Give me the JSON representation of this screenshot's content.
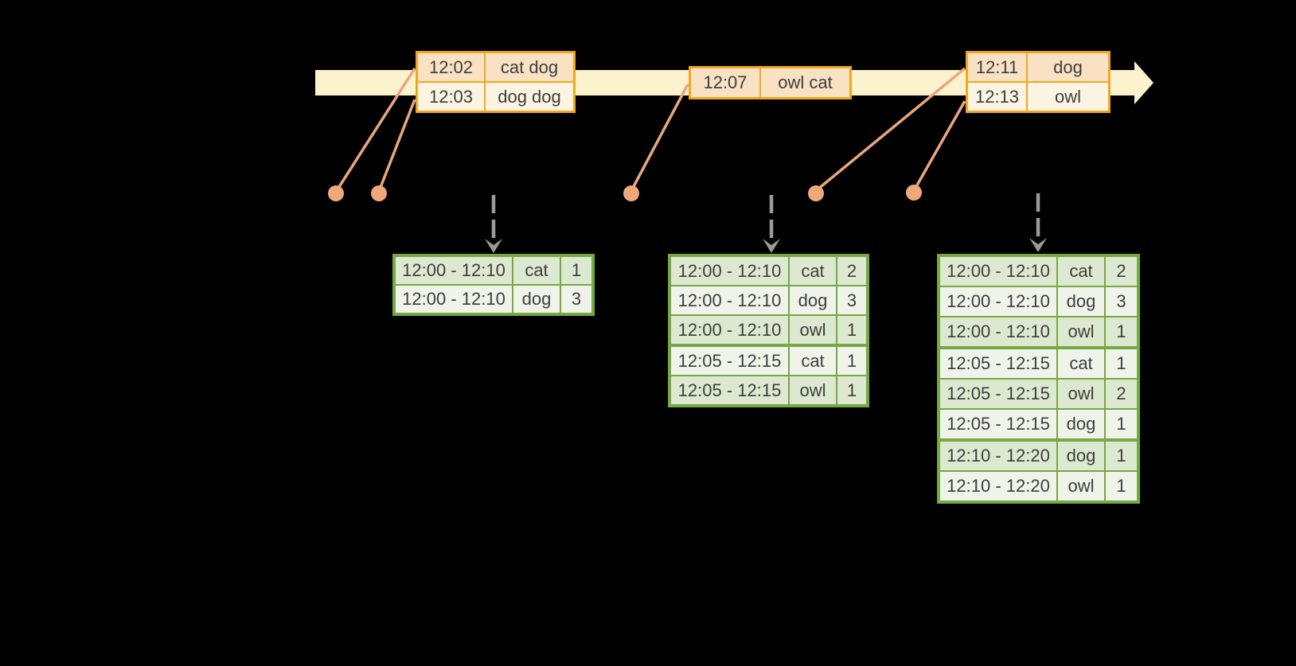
{
  "event_tables": [
    {
      "rows": [
        {
          "time": "12:02",
          "words": "cat dog"
        },
        {
          "time": "12:03",
          "words": "dog dog"
        }
      ]
    },
    {
      "rows": [
        {
          "time": "12:07",
          "words": "owl cat"
        }
      ]
    },
    {
      "rows": [
        {
          "time": "12:11",
          "words": "dog"
        },
        {
          "time": "12:13",
          "words": "owl"
        }
      ]
    }
  ],
  "result_tables": [
    {
      "rows": [
        {
          "window": "12:00 - 12:10",
          "word": "cat",
          "count": 1
        },
        {
          "window": "12:00 - 12:10",
          "word": "dog",
          "count": 3
        }
      ]
    },
    {
      "rows": [
        {
          "window": "12:00 - 12:10",
          "word": "cat",
          "count": 2
        },
        {
          "window": "12:00 - 12:10",
          "word": "dog",
          "count": 3
        },
        {
          "window": "12:00 - 12:10",
          "word": "owl",
          "count": 1
        },
        {
          "window": "12:05 - 12:15",
          "word": "cat",
          "count": 1
        },
        {
          "window": "12:05 - 12:15",
          "word": "owl",
          "count": 1
        }
      ]
    },
    {
      "rows": [
        {
          "window": "12:00 - 12:10",
          "word": "cat",
          "count": 2
        },
        {
          "window": "12:00 - 12:10",
          "word": "dog",
          "count": 3
        },
        {
          "window": "12:00 - 12:10",
          "word": "owl",
          "count": 1
        },
        {
          "window": "12:05 - 12:15",
          "word": "cat",
          "count": 1
        },
        {
          "window": "12:05 - 12:15",
          "word": "owl",
          "count": 2
        },
        {
          "window": "12:05 - 12:15",
          "word": "dog",
          "count": 1
        },
        {
          "window": "12:10 - 12:20",
          "word": "dog",
          "count": 1
        },
        {
          "window": "12:10 - 12:20",
          "word": "owl",
          "count": 1
        }
      ]
    }
  ],
  "icons": {
    "timeline_arrowhead": "right-arrow",
    "event_dot": "filled-circle",
    "trigger_arrow": "dashed-down-arrow"
  },
  "colors": {
    "background": "#000000",
    "timeline_fill": "#FCF3CE",
    "event_table_border": "#F0A71F",
    "event_row_peach": "#F9E2C4",
    "event_row_cream": "#FCF4E3",
    "connector_line": "#E9A77C",
    "event_dot": "#EFA979",
    "trigger_arrow": "#9B9B9B",
    "result_table_border": "#76A843",
    "result_row_tint": "#DCE8D0",
    "result_row_light": "#EFF3EA",
    "text": "#3E3E3E"
  }
}
